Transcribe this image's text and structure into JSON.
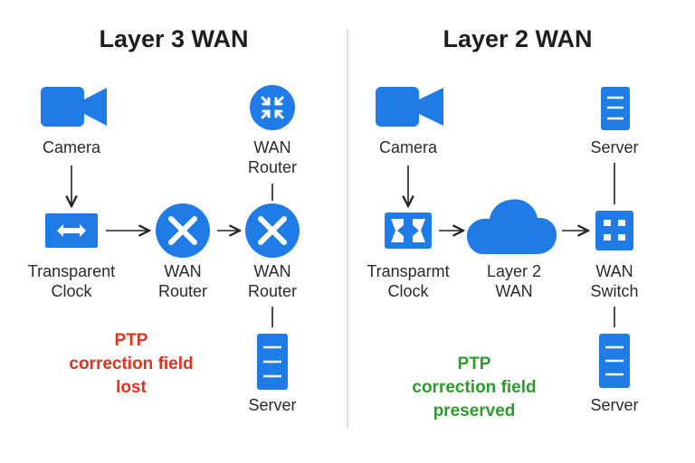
{
  "left": {
    "title": "Layer 3 WAN",
    "camera_label": "Camera",
    "transparent_clock_label": [
      "Transparent",
      "Clock"
    ],
    "wan_router_1_label": [
      "WAN",
      "Router"
    ],
    "wan_router_2_label": [
      "WAN",
      "Router"
    ],
    "wan_router_top_label": [
      "WAN",
      "Router"
    ],
    "server_label": "Server",
    "status_note": [
      "PTP",
      "correction field",
      "lost"
    ],
    "status_color": "#e0321f"
  },
  "right": {
    "title": "Layer 2 WAN",
    "camera_label": "Camera",
    "transparent_clock_label": [
      "Transparmt",
      "Clock"
    ],
    "layer2_wan_label": [
      "Layer 2",
      "WAN"
    ],
    "wan_switch_label": [
      "WAN",
      "Switch"
    ],
    "server_top_label": "Server",
    "server_bottom_label": "Server",
    "status_note": [
      "PTP",
      "correction field",
      "preserved"
    ],
    "status_color": "#2e9a2e"
  },
  "colors": {
    "icon_blue": "#1f7be6",
    "line": "#222222",
    "divider": "#dcdcdc"
  },
  "icons": [
    "camera-icon",
    "transparent-clock-icon",
    "router-icon",
    "server-icon",
    "cloud-icon",
    "switch-icon"
  ]
}
